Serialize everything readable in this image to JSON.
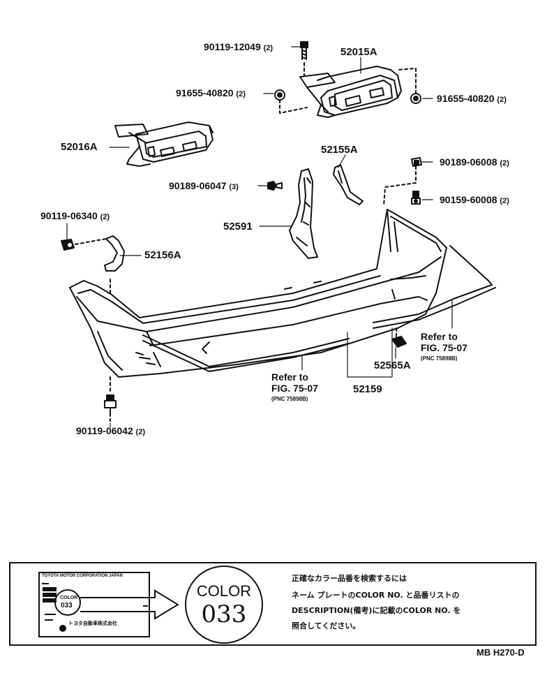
{
  "parts": {
    "p1": {
      "number": "90119-12049",
      "qty": "(2)"
    },
    "p2": {
      "number": "52015A"
    },
    "p3": {
      "number": "91655-40820",
      "qty": "(2)"
    },
    "p4": {
      "number": "91655-40820",
      "qty": "(2)"
    },
    "p5": {
      "number": "52016A"
    },
    "p6": {
      "number": "52155A"
    },
    "p7": {
      "number": "90189-06008",
      "qty": "(2)"
    },
    "p8": {
      "number": "90189-06047",
      "qty": "(3)"
    },
    "p9": {
      "number": "90159-60008",
      "qty": "(2)"
    },
    "p10": {
      "number": "90119-06340",
      "qty": "(2)"
    },
    "p11": {
      "number": "52591"
    },
    "p12": {
      "number": "52156A"
    },
    "p13": {
      "number": "52565A"
    },
    "p14": {
      "number": "52159"
    },
    "p15": {
      "number": "90119-06042",
      "qty": "(2)"
    }
  },
  "references": {
    "right": {
      "line1": "Refer to",
      "line2": "FIG. 75-07",
      "pnc": "(PNC 75898B)"
    },
    "center": {
      "line1": "Refer to",
      "line2": "FIG. 75-07",
      "pnc": "(PNC 75898B)"
    }
  },
  "color_box": {
    "plate_header": "TOYOTA MOTOR CORPORATION JAPAN",
    "plate_color_label": "COLOR",
    "plate_color_code": "033",
    "plate_footer": "トヨタ自動車株式会社",
    "circle_label": "COLOR",
    "circle_code": "033",
    "instructions": [
      "正確なカラー品番を検索するには",
      "ネーム プレートのCOLOR NO. と品番リストの",
      "DESCRIPTION(備考)に記載のCOLOR NO. を",
      "照合してください。"
    ]
  },
  "diagram_code": "MB H270-D"
}
